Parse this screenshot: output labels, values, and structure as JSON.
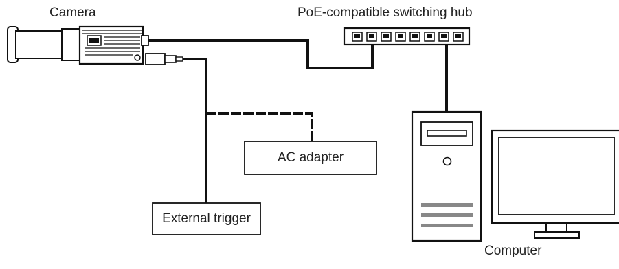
{
  "labels": {
    "camera": "Camera",
    "hub": "PoE-compatible switching hub",
    "ac_adapter": "AC adapter",
    "external_trigger": "External trigger",
    "computer": "Computer"
  }
}
